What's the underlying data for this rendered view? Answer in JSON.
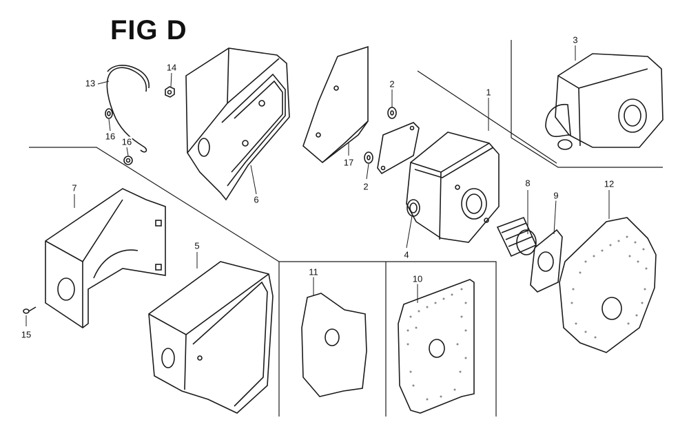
{
  "figure": {
    "title": "FIG D"
  },
  "parts": [
    {
      "id": "p1",
      "number": "1"
    },
    {
      "id": "p2a",
      "number": "2"
    },
    {
      "id": "p2b",
      "number": "2"
    },
    {
      "id": "p3",
      "number": "3"
    },
    {
      "id": "p4",
      "number": "4"
    },
    {
      "id": "p5",
      "number": "5"
    },
    {
      "id": "p6",
      "number": "6"
    },
    {
      "id": "p7",
      "number": "7"
    },
    {
      "id": "p8",
      "number": "8"
    },
    {
      "id": "p9",
      "number": "9"
    },
    {
      "id": "p10",
      "number": "10"
    },
    {
      "id": "p11",
      "number": "11"
    },
    {
      "id": "p12",
      "number": "12"
    },
    {
      "id": "p13",
      "number": "13"
    },
    {
      "id": "p14",
      "number": "14"
    },
    {
      "id": "p15",
      "number": "15"
    },
    {
      "id": "p16a",
      "number": "16"
    },
    {
      "id": "p16b",
      "number": "16"
    },
    {
      "id": "p17",
      "number": "17"
    }
  ],
  "colors": {
    "line": "#1a1a1a",
    "shade": "#8a8a8a",
    "paper": "#ffffff"
  }
}
